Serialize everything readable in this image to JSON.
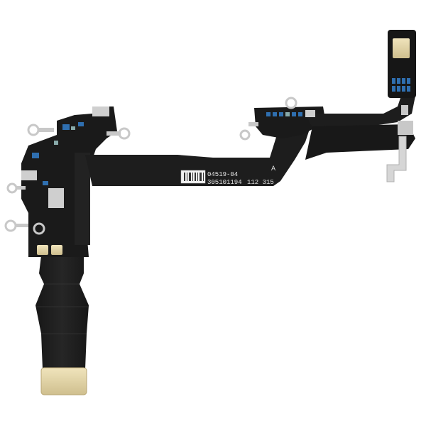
{
  "product": {
    "name": "",
    "label_line1": "04519-04",
    "label_line2": "305101194",
    "label_line3": "112 315",
    "mark_letter": "A"
  },
  "colors": {
    "flex_body": "#1c1c1c",
    "flex_shade": "#2a2a2a",
    "gold_pad": "#e8d9a8",
    "bracket_silver": "#cfcfcf",
    "component_blue": "#2f6fb0",
    "sticker": "#f2f2f2"
  }
}
